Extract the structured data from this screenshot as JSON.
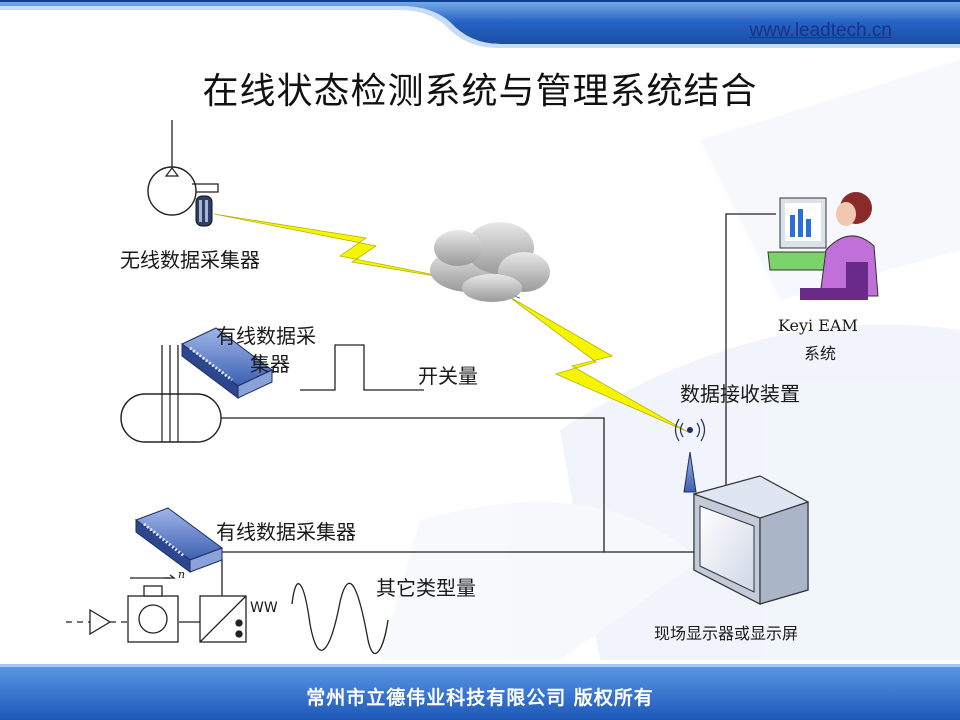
{
  "header": {
    "website": "www.leadtech.cn"
  },
  "slide": {
    "title": "在线状态检测系统与管理系统结合"
  },
  "labels": {
    "wireless_collector": "无线数据采集器",
    "wired_collector_line1": "有线数据采",
    "wired_collector_line2": "集器",
    "switch_quantity": "开关量",
    "data_receiver": "数据接收装置",
    "eam_line1": "Keyi EAM",
    "eam_line2": "系统",
    "wired_collector_2": "有线数据采集器",
    "other_types": "其它类型量",
    "display": "现场显示器或显示屏",
    "motor_n": "n",
    "wave_label": "WW"
  },
  "footer": {
    "text": "常州市立德伟业科技有限公司    版权所有"
  },
  "colors": {
    "header_blue": "#1f5fbf",
    "footer_blue": "#2a6ed0",
    "lightning_yellow": "#f5f500",
    "device_blue": "#5a7fd0"
  }
}
